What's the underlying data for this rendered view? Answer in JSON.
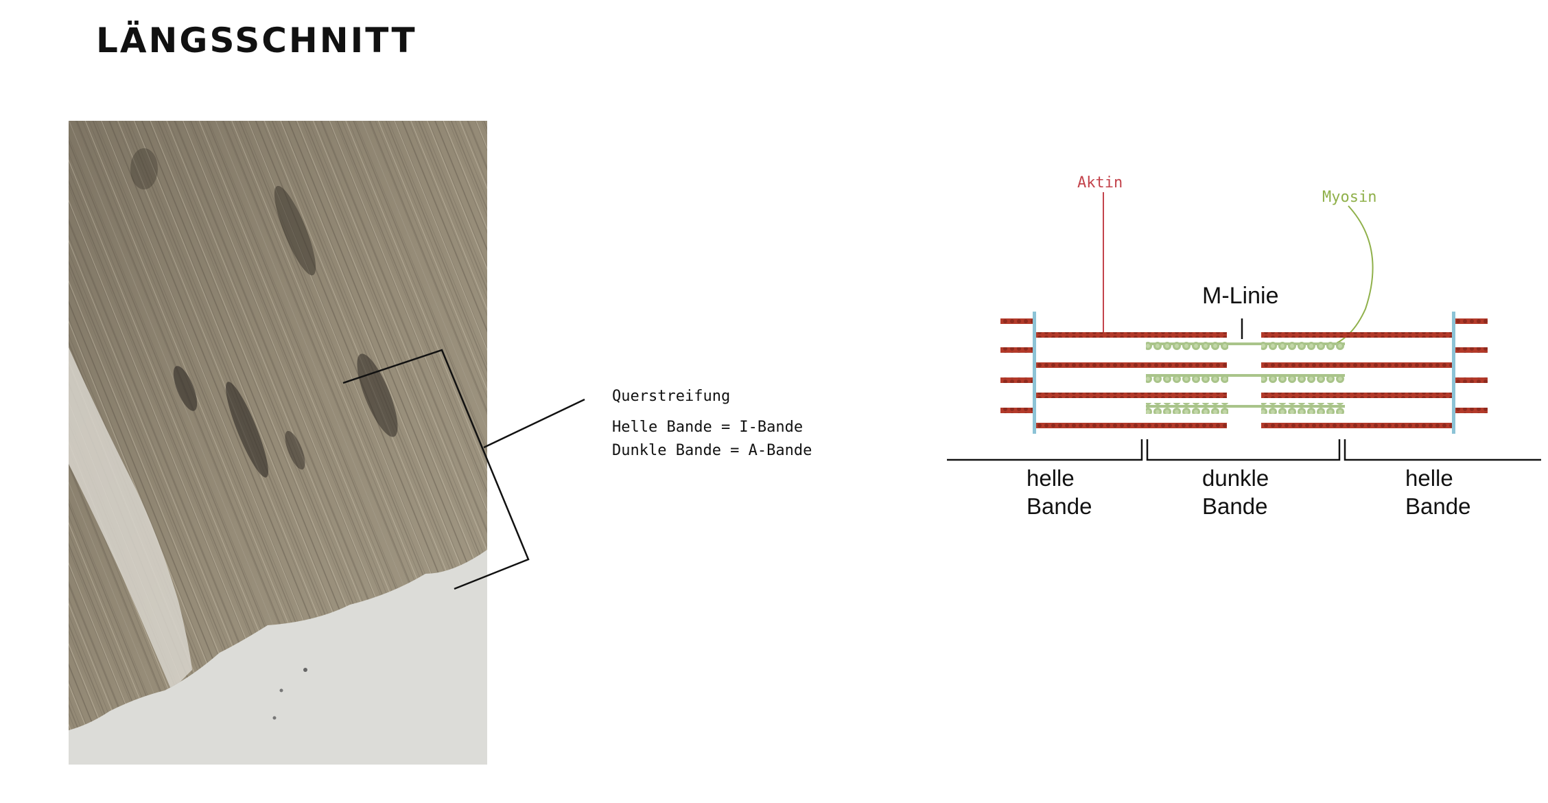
{
  "page": {
    "title": "LÄNGSSCHNITT"
  },
  "annotation": {
    "title": "Querstreifung",
    "line1": "Helle Bande = I-Bande",
    "line2": "Dunkle Bande = A-Bande"
  },
  "diagram": {
    "actin_label": "Aktin",
    "myosin_label": "Myosin",
    "mline_label": "M-Linie",
    "bands": [
      {
        "line1": "helle",
        "line2": "Bande"
      },
      {
        "line1": "dunkle",
        "line2": "Bande"
      },
      {
        "line1": "helle",
        "line2": "Bande"
      }
    ]
  },
  "colors": {
    "actin": "#b33a2a",
    "actin_label": "#c3434b",
    "myosin": "#a9c48a",
    "myosin_label": "#8fb04a",
    "z_disc": "#8cc3d6",
    "tissue": "#8a7f6c",
    "background": "#ffffff"
  }
}
